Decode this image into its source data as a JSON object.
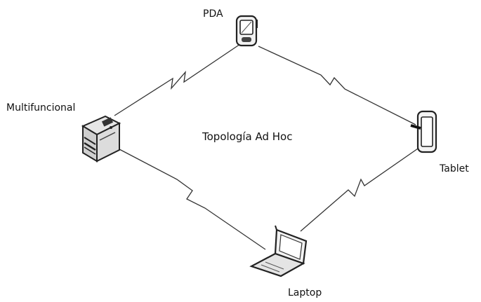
{
  "diagram": {
    "title": "Topología Ad Hoc",
    "nodes": [
      {
        "id": "pda",
        "label": "PDA",
        "icon": "pda-icon"
      },
      {
        "id": "multifuncional",
        "label": "Multifuncional",
        "icon": "multifunction-printer-icon"
      },
      {
        "id": "tablet",
        "label": "Tablet",
        "icon": "tablet-icon"
      },
      {
        "id": "laptop",
        "label": "Laptop",
        "icon": "laptop-icon"
      }
    ],
    "links": [
      {
        "from": "multifuncional",
        "to": "pda",
        "type": "wireless"
      },
      {
        "from": "pda",
        "to": "tablet",
        "type": "wireless"
      },
      {
        "from": "multifuncional",
        "to": "laptop",
        "type": "wireless"
      },
      {
        "from": "laptop",
        "to": "tablet",
        "type": "wireless"
      }
    ],
    "colors": {
      "line": "#333333",
      "background": "#ffffff"
    }
  }
}
